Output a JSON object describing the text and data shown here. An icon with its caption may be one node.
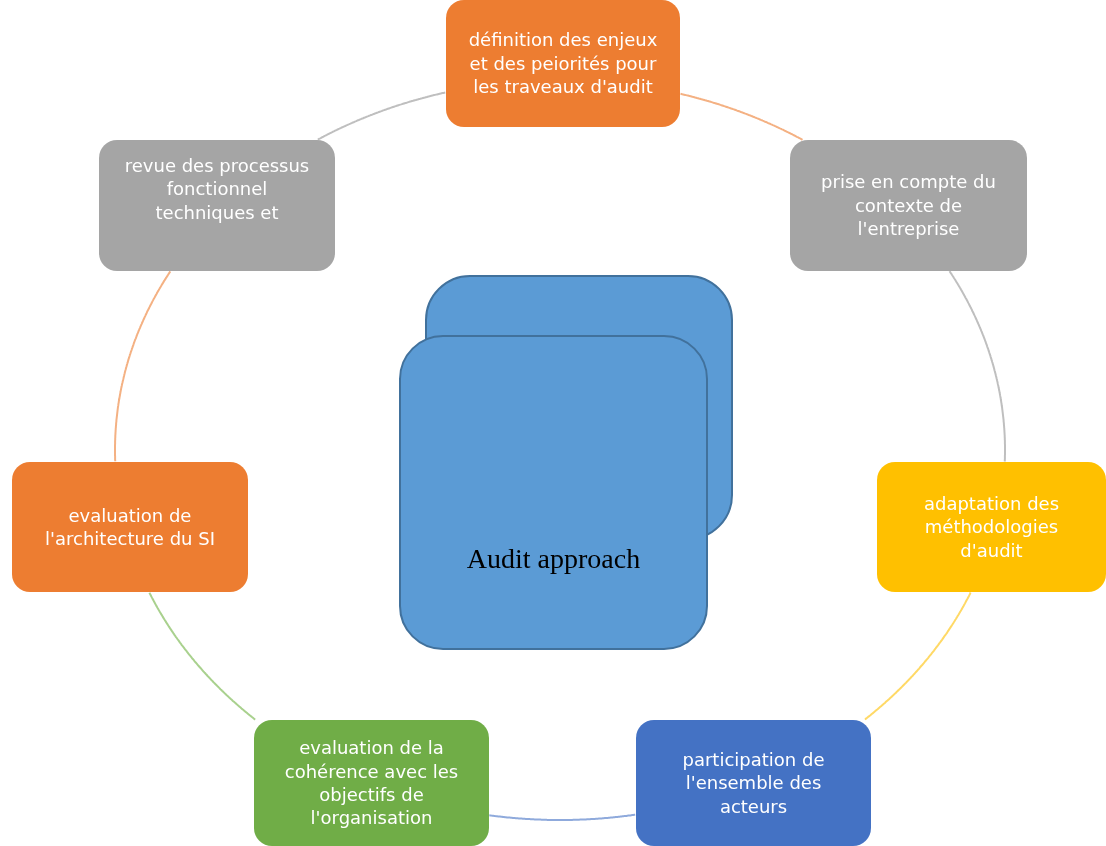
{
  "diagram": {
    "nodes": [
      {
        "text": [
          "définition des enjeux et des peiorités pour les traveaux d'audit"
        ]
      },
      {
        "text": [
          "prise en compte du contexte de l'entreprise"
        ]
      },
      {
        "text": [
          "adaptation des méthodologies d'audit"
        ]
      },
      {
        "text": [
          "participation de l'ensemble des acteurs"
        ]
      },
      {
        "text": [
          "evaluation de la cohérence avec les objectifs de l'organisation"
        ]
      },
      {
        "text": [
          "evaluation de l'architecture du SI"
        ]
      },
      {
        "text": [
          "revue des processus fonctionnel techniques et"
        ]
      },
      {
        "text": [],
        "shape": "box"
      },
      {
        "text": [
          "Audit approach"
        ]
      }
    ],
    "edges": [
      {
        "from": 0,
        "to": 1,
        "arrow": "none",
        "color": "#f4b183"
      },
      {
        "from": 1,
        "to": 2,
        "arrow": "none",
        "color": "#bfbfbf"
      },
      {
        "from": 2,
        "to": 3,
        "arrow": "none",
        "color": "#ffd966"
      },
      {
        "from": 3,
        "to": 4,
        "arrow": "none",
        "color": "#8faadc"
      },
      {
        "from": 4,
        "to": 5,
        "arrow": "none",
        "color": "#a9d18e"
      },
      {
        "from": 5,
        "to": 6,
        "arrow": "none",
        "color": "#f4b183"
      },
      {
        "from": 6,
        "to": 0,
        "arrow": "none",
        "color": "#bfbfbf"
      }
    ]
  }
}
